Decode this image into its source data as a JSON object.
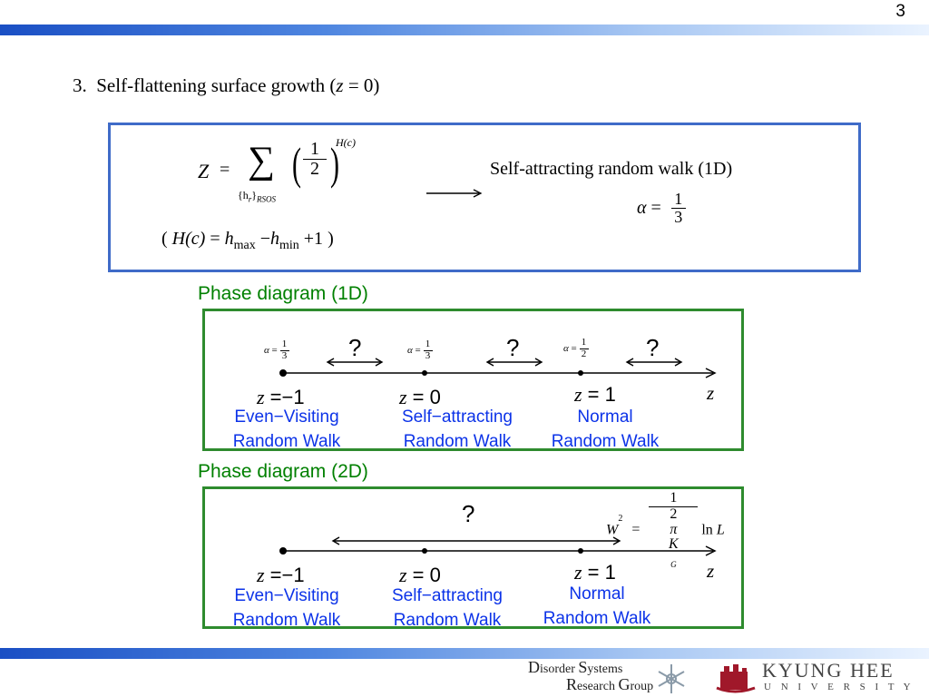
{
  "slide": {
    "page_number": "3",
    "title_number": "3.",
    "title_text": "Self-flattening surface growth (",
    "title_var": "z",
    "title_rest": " = 0)"
  },
  "top_box": {
    "Z": "Z",
    "eq": "=",
    "sum": "∑",
    "sum_sub": "{h",
    "sum_sub_r": "r",
    "sum_sub_end": "}",
    "sum_sub_rsos": "RSOS",
    "half_num": "1",
    "half_den": "2",
    "exp": "H(c)",
    "def_open": "(",
    "def_H": "H",
    "def_c": "(c)",
    "def_eq": "=",
    "def_h1": "h",
    "def_max": "max",
    "def_minus": "−",
    "def_h2": "h",
    "def_min": "min",
    "def_plus1": "+1",
    "def_close": ")",
    "result_label": "Self-attracting random walk (1D)",
    "alpha": "α",
    "alpha_eq": "=",
    "alpha_num": "1",
    "alpha_den": "3"
  },
  "phase1d": {
    "title": "Phase diagram (1D)",
    "alpha1": {
      "sym": "α",
      "eq": "=",
      "num": "1",
      "den": "3"
    },
    "alpha2": {
      "sym": "α",
      "eq": "=",
      "num": "1",
      "den": "3"
    },
    "alpha3": {
      "sym": "α",
      "eq": "=",
      "num": "1",
      "den": "2"
    },
    "q1": "?",
    "q2": "?",
    "q3": "?",
    "axis_var": "z",
    "points": [
      {
        "z": "z",
        "val": " =−1",
        "l1": "Even−Visiting",
        "l2": "Random Walk"
      },
      {
        "z": "z",
        "val": " = 0",
        "l1": "Self−attracting",
        "l2": "Random Walk"
      },
      {
        "z": "z",
        "val": " = 1",
        "l1": "Normal",
        "l2": "Random Walk"
      }
    ]
  },
  "phase2d": {
    "title": "Phase diagram (2D)",
    "q": "?",
    "W": "W",
    "W_exp": "2",
    "eq": "=",
    "num": "1",
    "den_2": "2",
    "den_pi": "π",
    "den_K": "K",
    "den_G": "G",
    "ln": "ln",
    "L": "L",
    "axis_var": "z",
    "points": [
      {
        "z": "z",
        "val": " =−1",
        "l1": "Even−Visiting",
        "l2": "Random Walk"
      },
      {
        "z": "z",
        "val": " = 0",
        "l1": "Self−attracting",
        "l2": "Random Walk"
      },
      {
        "z": "z",
        "val": " = 1",
        "l1": "Normal",
        "l2": "Random Walk"
      }
    ]
  },
  "footer": {
    "dsrg_D": "D",
    "dsrg_isorder": "isorder ",
    "dsrg_S": "S",
    "dsrg_ystems": "ystems",
    "dsrg_R": "R",
    "dsrg_esearch": "esearch ",
    "dsrg_G": "G",
    "dsrg_roup": "roup",
    "khu_name": "KYUNG HEE",
    "khu_univ": "U N I V E R S I T Y"
  },
  "colors": {
    "bar": "#1a4fc4",
    "blue_text": "#0c33e8",
    "green_text": "#008000",
    "blue_box": "#3f6bc8",
    "green_box": "#2e8b2e"
  }
}
